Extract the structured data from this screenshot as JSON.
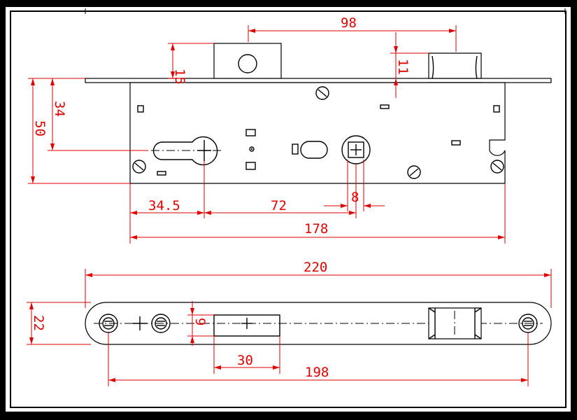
{
  "colors": {
    "background": "#000000",
    "paper": "#ffffff",
    "dimension": "#e00000",
    "outline": "#000000"
  },
  "dimensions": {
    "d98": "98",
    "d15": "15",
    "d11": "11",
    "d34": "34",
    "d50": "50",
    "d34_5": "34.5",
    "d72": "72",
    "d8": "8",
    "d178": "178",
    "d220": "220",
    "d22": "22",
    "d9": "9",
    "d30": "30",
    "d198": "198"
  }
}
